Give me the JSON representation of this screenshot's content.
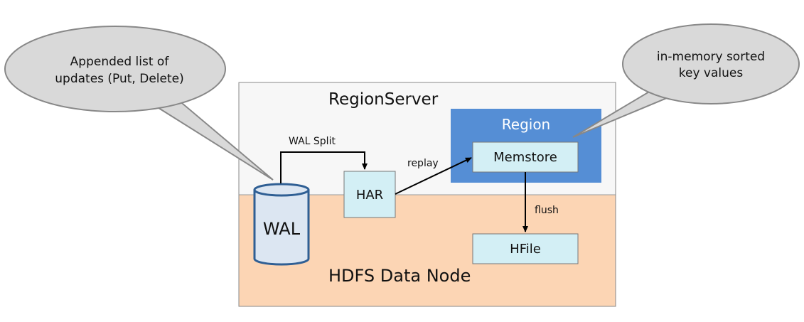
{
  "callouts": {
    "left": {
      "line1": "Appended list of",
      "line2": "updates (Put, Delete)"
    },
    "right": {
      "line1": "in-memory sorted",
      "line2": "key values"
    }
  },
  "regionserver": {
    "title": "RegionServer"
  },
  "datanode": {
    "title": "HDFS Data Node"
  },
  "region": {
    "title": "Region"
  },
  "nodes": {
    "memstore": "Memstore",
    "har": "HAR",
    "wal": "WAL",
    "hfile": "HFile"
  },
  "edges": {
    "wal_split": "WAL Split",
    "replay": "replay",
    "flush": "flush"
  },
  "colors": {
    "region": "#558ed5",
    "box": "#d3eff5",
    "datanode": "#fcd5b4",
    "regionserver": "#f7f7f7",
    "cylinder": "#dce6f2",
    "cylinder_stroke": "#2f5f94",
    "callout": "#d9d9d9"
  }
}
